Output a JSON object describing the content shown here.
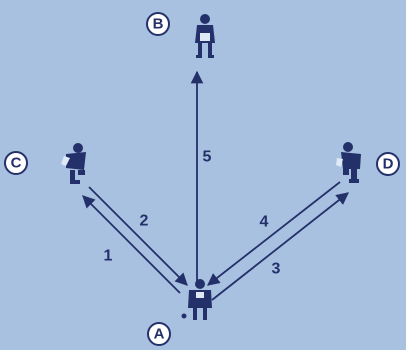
{
  "positions": {
    "a": "A",
    "b": "B",
    "c": "C",
    "d": "D"
  },
  "passes": [
    {
      "label": "1",
      "from": "A",
      "to": "C"
    },
    {
      "label": "2",
      "from": "C",
      "to": "A"
    },
    {
      "label": "3",
      "from": "A",
      "to": "D"
    },
    {
      "label": "4",
      "from": "D",
      "to": "A"
    },
    {
      "label": "5",
      "from": "A",
      "to": "B"
    }
  ],
  "colors": {
    "background": "#a9c1e0",
    "ink": "#24306a"
  }
}
